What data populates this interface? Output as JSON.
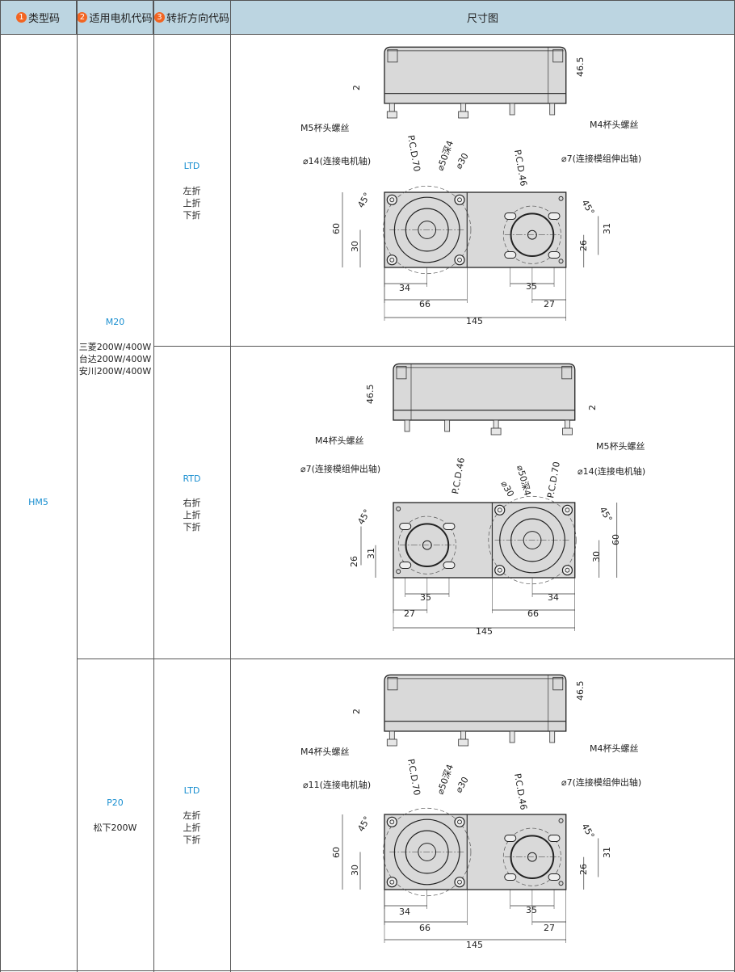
{
  "header": {
    "col1": {
      "num": "1",
      "label": "类型码"
    },
    "col2": {
      "num": "2",
      "label": "适用电机代码"
    },
    "col3": {
      "num": "3",
      "label": "转折方向代码"
    },
    "col4": {
      "label": "尺寸图"
    }
  },
  "colors": {
    "header_bg": "#bcd5e1",
    "code_blue": "#1a8fd0",
    "badge_orange": "#f26522"
  },
  "type_code": "HM5",
  "motors": [
    {
      "code": "M20",
      "desc": [
        "三菱200W/400W",
        "台达200W/400W",
        "安川200W/400W"
      ]
    },
    {
      "code": "P20",
      "desc": [
        "松下200W"
      ]
    }
  ],
  "directions": [
    {
      "code": "LTD",
      "desc": [
        "左折",
        "上折",
        "下折"
      ]
    },
    {
      "code": "RTD",
      "desc": [
        "右折",
        "上折",
        "下折"
      ]
    },
    {
      "code": "LTD",
      "desc": [
        "左折",
        "上折",
        "下折"
      ]
    }
  ],
  "drawings": [
    {
      "height": "46.5",
      "gap": "2",
      "screw_motor": "M5杯头螺丝",
      "screw_module": "M4杯头螺丝",
      "pcd_motor": "P.C.D.70",
      "bore50": "⌀50深4",
      "bore30": "⌀30",
      "shaft_motor": "⌀14(连接电机轴)",
      "pcd_module": "P.C.D.46",
      "shaft_module": "⌀7(连接模组伸出轴)",
      "angle": "45°",
      "d60": "60",
      "d30": "30",
      "d31": "31",
      "d26": "26",
      "d34": "34",
      "d35": "35",
      "d66": "66",
      "d27": "27",
      "d145": "145"
    },
    {
      "height": "46.5",
      "gap": "2",
      "screw_motor": "M5杯头螺丝",
      "screw_module": "M4杯头螺丝",
      "pcd_motor": "P.C.D.70",
      "bore50": "⌀50深4",
      "bore30": "⌀30",
      "shaft_motor": "⌀14(连接电机轴)",
      "pcd_module": "P.C.D.46",
      "shaft_module": "⌀7(连接模组伸出轴)",
      "angle": "45°",
      "d60": "60",
      "d30": "30",
      "d31": "31",
      "d26": "26",
      "d34": "34",
      "d35": "35",
      "d66": "66",
      "d27": "27",
      "d145": "145"
    },
    {
      "height": "46.5",
      "gap": "2",
      "screw_motor": "M4杯头螺丝",
      "screw_module": "M4杯头螺丝",
      "pcd_motor": "P.C.D.70",
      "bore50": "⌀50深4",
      "bore30": "⌀30",
      "shaft_motor": "⌀11(连接电机轴)",
      "pcd_module": "P.C.D.46",
      "shaft_module": "⌀7(连接模组伸出轴)",
      "angle": "45°",
      "d60": "60",
      "d30": "30",
      "d31": "31",
      "d26": "26",
      "d34": "34",
      "d35": "35",
      "d66": "66",
      "d27": "27",
      "d145": "145"
    }
  ]
}
